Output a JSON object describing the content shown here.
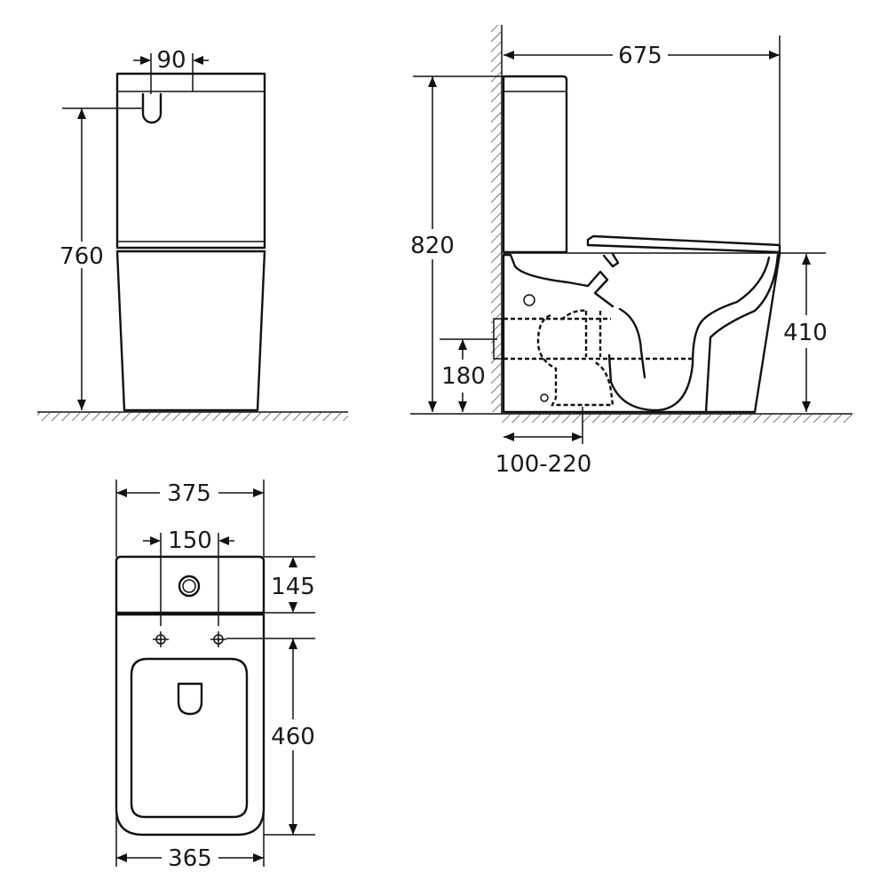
{
  "dimensions": {
    "front_outlet_offset": "90",
    "front_height": "760",
    "side_depth": "675",
    "side_height": "820",
    "seat_height": "410",
    "outlet_height": "180",
    "outlet_range": "100-220",
    "top_width_tank": "375",
    "mount_hole_spacing": "150",
    "tank_depth": "145",
    "bowl_length": "460",
    "base_width": "365"
  }
}
